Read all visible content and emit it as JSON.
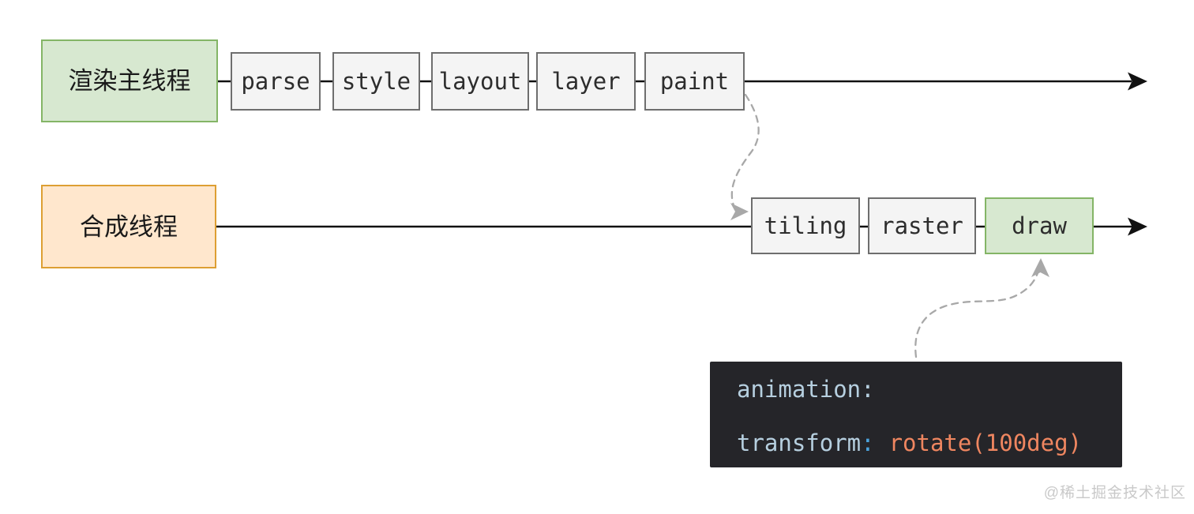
{
  "diagram": {
    "main_thread": {
      "label": "渲染主线程"
    },
    "compositor_thread": {
      "label": "合成线程"
    },
    "main_stages": [
      "parse",
      "style",
      "layout",
      "layer",
      "paint"
    ],
    "compositor_stages": [
      "tiling",
      "raster",
      "draw"
    ],
    "highlighted_stage": "draw"
  },
  "code_block": {
    "lines": [
      {
        "property": "animation",
        "colon": ":",
        "value": ""
      },
      {
        "property": "transform",
        "colon": ":",
        "value": "rotate(100deg)"
      }
    ]
  },
  "watermark": "@稀土掘金技术社区",
  "colors": {
    "main_thread_fill": "#d7e8d0",
    "main_thread_border": "#84b566",
    "compositor_fill": "#ffe7cd",
    "compositor_border": "#dd9f33",
    "stage_fill": "#f4f4f4",
    "stage_border": "#6e6e6e",
    "highlight_fill": "#d7e8d0",
    "highlight_border": "#84b566",
    "timeline_arrow": "#111111",
    "dashed_connector": "#a8a8a8",
    "code_background": "#252529",
    "code_property": "#b6cfdf",
    "code_colon": "#4ba3dd",
    "code_value": "#ef8660",
    "watermark_text": "#c9c9c9"
  }
}
